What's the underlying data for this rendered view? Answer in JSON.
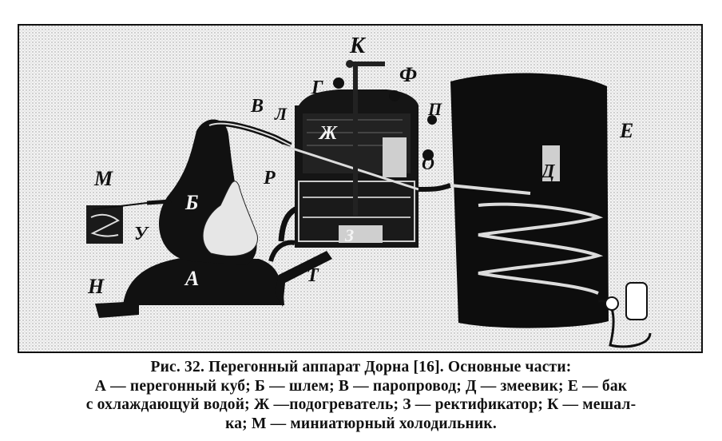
{
  "figure": {
    "labels": {
      "A": "А",
      "B": "Б",
      "V": "В",
      "G": "Г",
      "D": "Д",
      "E": "Е",
      "ZH": "Ж",
      "Z": "З",
      "K": "К",
      "L": "Л",
      "M": "М",
      "N": "Н",
      "O": "О",
      "P": "П",
      "R": "Р",
      "T": "Т",
      "U": "У",
      "F": "Ф"
    }
  },
  "caption": {
    "lines": [
      "Рис. 32. Перегонный аппарат Дорна [16]. Основные части:",
      "А — перегонный куб; Б — шлем; В — паропровод; Д — змеевик; Е — бак",
      "с охлаждающуй водой; Ж —подогреватель; З — ректификатор; К — мешал-",
      "ка; М — миниатюрный холодильник."
    ]
  }
}
